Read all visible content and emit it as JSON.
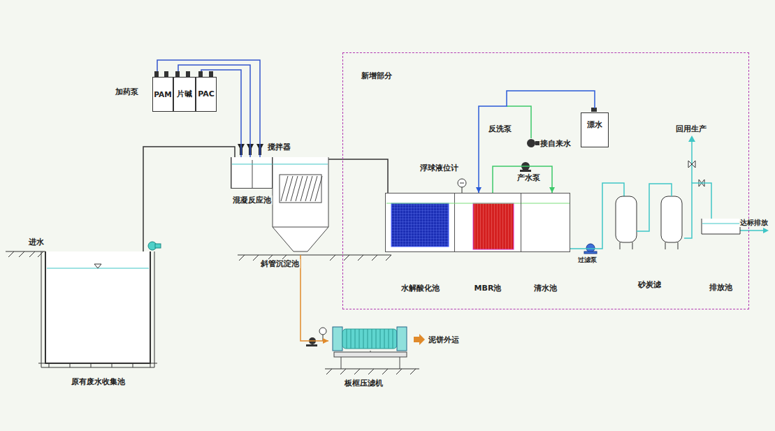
{
  "diagram": {
    "nodes": [
      {
        "text": [
          "PAM"
        ]
      },
      {
        "text": [
          "片碱"
        ]
      },
      {
        "text": [
          "PAC"
        ]
      },
      {
        "text": [
          "混凝反应池"
        ]
      },
      {
        "text": [
          "斜管沉淀池"
        ]
      },
      {
        "text": [
          "原有废水收集池"
        ]
      },
      {
        "text": [
          "板框压滤机"
        ]
      },
      {
        "text": [
          "新增部分"
        ]
      },
      {
        "text": [
          "水解酸化池"
        ],
        "in": 7
      },
      {
        "text": [
          "MBR池"
        ],
        "in": 7
      },
      {
        "text": [
          "清水池"
        ],
        "in": 7
      },
      {
        "text": [
          "漂水"
        ],
        "in": 7
      },
      {
        "text": [
          "砂炭滤"
        ],
        "in": 7
      },
      {
        "text": [
          "排放池"
        ],
        "in": 7
      }
    ],
    "edges": [
      {
        "from": 5,
        "to": 3,
        "arrow": "none"
      },
      {
        "from": 0,
        "to": 3,
        "arrow": "none"
      },
      {
        "from": 1,
        "to": 3,
        "arrow": "none"
      },
      {
        "from": 2,
        "to": 3,
        "arrow": "none"
      },
      {
        "from": 4,
        "to": 8,
        "arrow": "none"
      },
      {
        "from": 4,
        "to": 6,
        "arrow": "to"
      },
      {
        "from": 11,
        "to": 9,
        "arrow": "to"
      },
      {
        "from": 9,
        "to": 10,
        "arrow": "to"
      },
      {
        "from": 10,
        "to": 12,
        "arrow": "none"
      },
      {
        "from": 12,
        "to": 13,
        "arrow": "none"
      }
    ],
    "labels": [
      "加药泵",
      "搅拌器",
      "进水",
      "泥饼外运",
      "浮球液位计",
      "反洗泵",
      "接自来水",
      "产水泵",
      "过滤泵",
      "回用生产",
      "达标排放"
    ]
  }
}
